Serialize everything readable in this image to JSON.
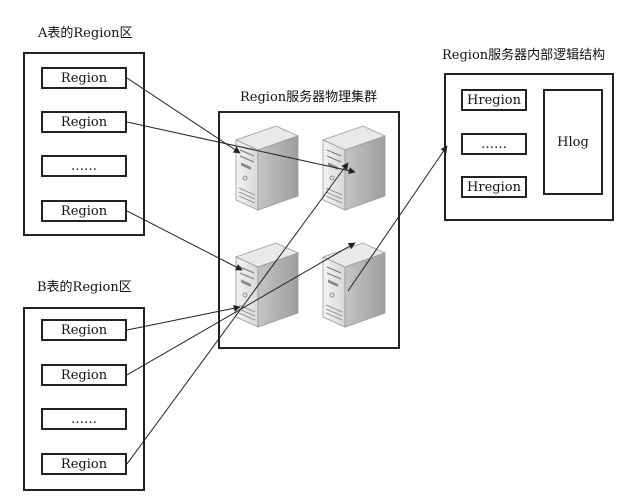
{
  "table_a": {
    "title": "A表的Region区",
    "items": [
      "Region",
      "Region",
      "……",
      "Region"
    ]
  },
  "table_b": {
    "title": "B表的Region区",
    "items": [
      "Region",
      "Region",
      "……",
      "Region"
    ]
  },
  "cluster": {
    "title": "Region服务器物理集群"
  },
  "internal": {
    "title": "Region服务器内部逻辑结构",
    "hregion_items": [
      "Hregion",
      "……",
      "Hregion"
    ],
    "hlog": "Hlog"
  }
}
